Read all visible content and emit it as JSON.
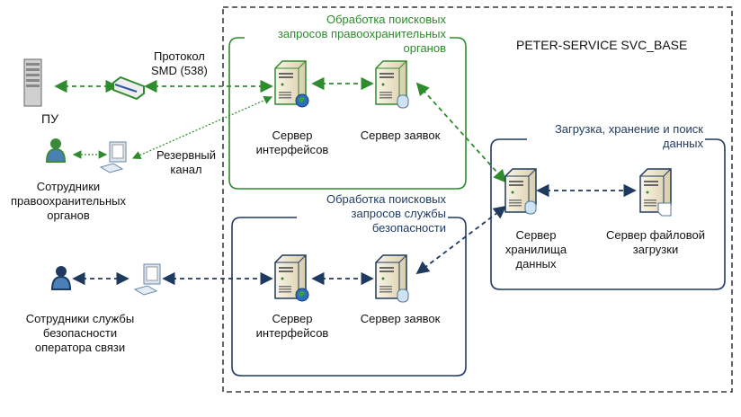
{
  "system_title": "PETER-SERVICE SVC_BASE",
  "external": {
    "pu_label": "ПУ",
    "protocol_label": "Протокол\nSMD (538)",
    "reserve_channel_label": "Резервный\nканал",
    "law_staff_label": "Сотрудники\nправоохранительных\nорганов",
    "security_staff_label": "Сотрудники службы\nбезопасности\nоператора связи"
  },
  "groups": {
    "law_enforcement": {
      "title": "Обработка поисковых\nзапросов правоохранительных\nорганов",
      "interface_server": "Сервер\nинтерфейсов",
      "request_server": "Сервер заявок",
      "color": "#2e8b2e"
    },
    "security": {
      "title": "Обработка поисковых\nзапросов службы\nбезопасности",
      "interface_server": "Сервер\nинтерфейсов",
      "request_server": "Сервер заявок",
      "color": "#1f3a5f"
    },
    "storage": {
      "title": "Загрузка, хранение и поиск\nданных",
      "storage_server": "Сервер\nхранилища\nданных",
      "file_server": "Сервер файловой\nзагрузки",
      "color": "#1f3a5f"
    }
  }
}
